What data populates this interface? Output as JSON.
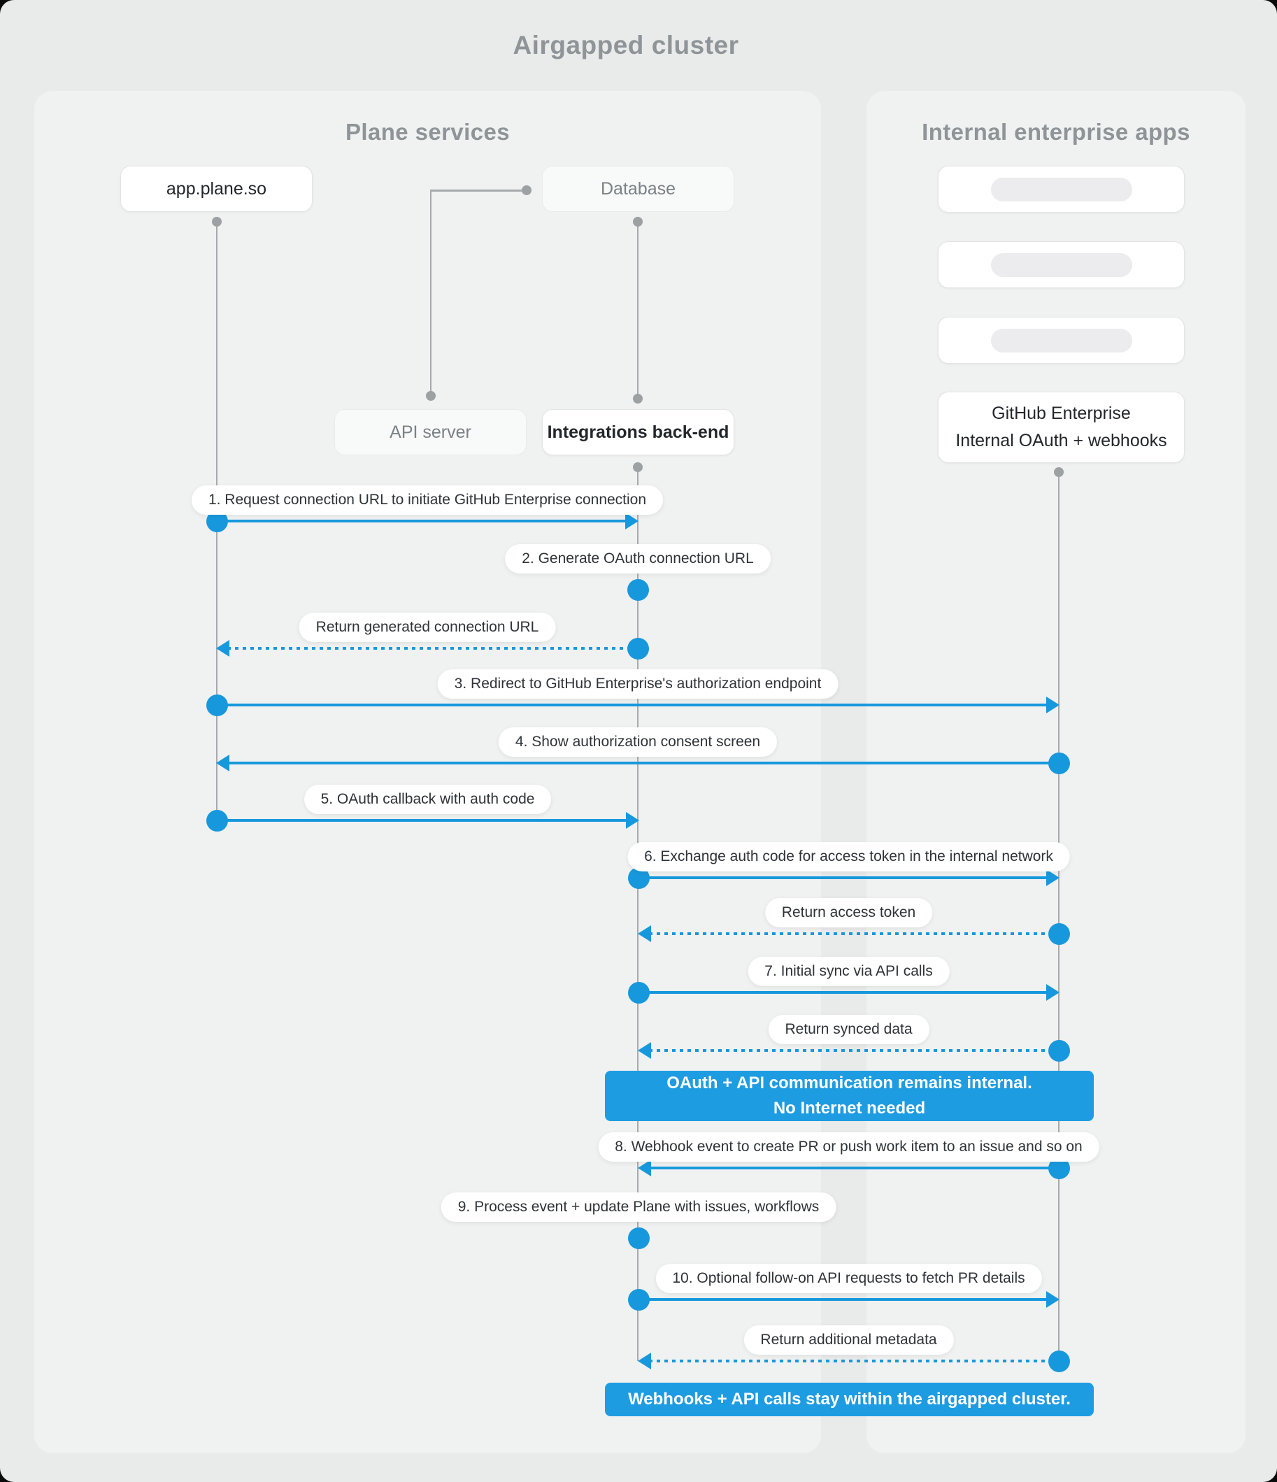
{
  "title": "Airgapped cluster",
  "colors": {
    "accent": "#1898dc",
    "banner": "#1e9ce2",
    "page_bg": "#e9eaea",
    "panel_bg": "#f0f1f1",
    "line_gray": "#a6aaad",
    "dot_gray": "#9da1a4",
    "text_dark": "#23272b",
    "text_muted": "#7b8186",
    "heading_gray": "#8e9497"
  },
  "panels": {
    "left": {
      "title": "Plane services"
    },
    "right": {
      "title": "Internal enterprise apps"
    }
  },
  "nodes": {
    "app": {
      "label": "app.plane.so"
    },
    "database": {
      "label": "Database"
    },
    "api_server": {
      "label": "API server"
    },
    "integrations": {
      "label": "Integrations back-end"
    },
    "github": {
      "line1": "GitHub Enterprise",
      "line2": "Internal OAuth + webhooks"
    }
  },
  "messages": [
    {
      "label": "1. Request connection URL to initiate GitHub Enterprise connection"
    },
    {
      "label": "2. Generate OAuth connection URL"
    },
    {
      "label": "Return generated connection URL"
    },
    {
      "label": "3. Redirect to GitHub Enterprise's authorization endpoint"
    },
    {
      "label": "4. Show authorization consent screen"
    },
    {
      "label": "5. OAuth callback with auth code"
    },
    {
      "label": "6. Exchange auth code for access token in the internal network"
    },
    {
      "label": "Return access token"
    },
    {
      "label": "7. Initial sync via API calls"
    },
    {
      "label": "Return synced data"
    },
    {
      "label": "8. Webhook event to create PR  or push work item to an issue  and so on"
    },
    {
      "label": "9. Process event + update Plane with issues, workflows"
    },
    {
      "label": "10. Optional follow-on API requests to fetch PR details"
    },
    {
      "label": "Return additional metadata"
    }
  ],
  "banners": [
    {
      "line1": "OAuth + API communication remains internal.",
      "line2": "No Internet needed"
    },
    {
      "line1": "Webhooks + API calls stay within the airgapped cluster."
    }
  ]
}
